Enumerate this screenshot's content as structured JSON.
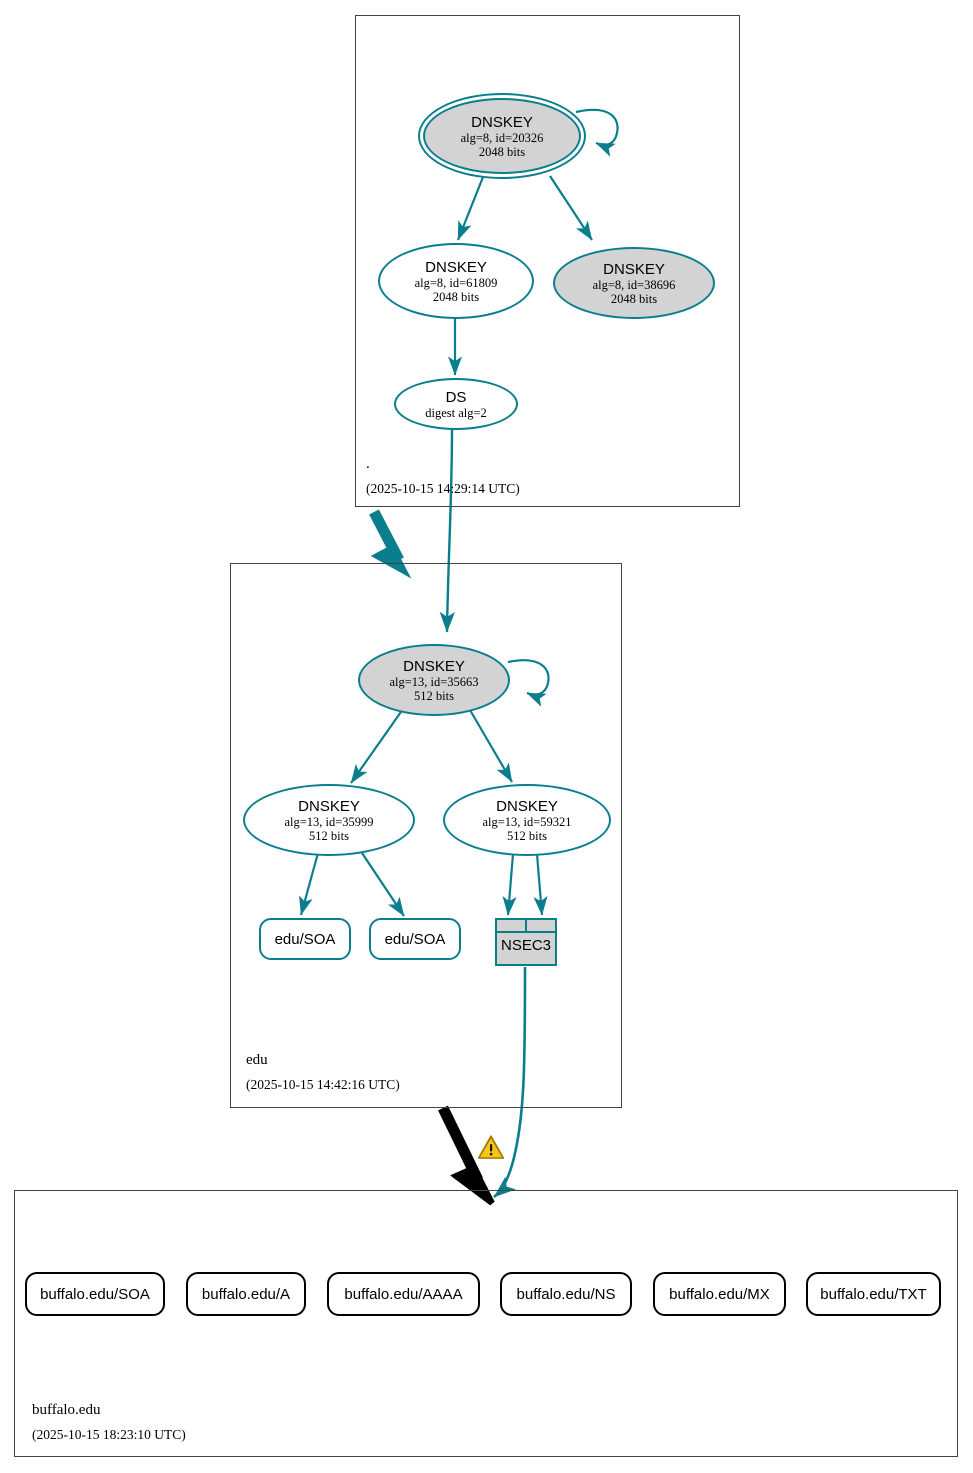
{
  "diagram": {
    "type": "dnssec-authentication-chain",
    "accent_color": "#0a7e8c",
    "zone_border_color": "#444444",
    "secure_fill": "#d3d3d3",
    "warning_color": "#f5c518"
  },
  "zones": [
    {
      "id": "root",
      "label": ".",
      "timestamp": "(2025-10-15 14:29:14 UTC)"
    },
    {
      "id": "edu",
      "label": "edu",
      "timestamp": "(2025-10-15 14:42:16 UTC)"
    },
    {
      "id": "buffalo",
      "label": "buffalo.edu",
      "timestamp": "(2025-10-15 18:23:10 UTC)"
    }
  ],
  "nodes": {
    "root_ksk": {
      "type": "DNSKEY",
      "title": "DNSKEY",
      "params": "alg=8, id=20326",
      "size": "2048 bits"
    },
    "root_zsk": {
      "type": "DNSKEY",
      "title": "DNSKEY",
      "params": "alg=8, id=61809",
      "size": "2048 bits"
    },
    "root_zsk2": {
      "type": "DNSKEY",
      "title": "DNSKEY",
      "params": "alg=8, id=38696",
      "size": "2048 bits"
    },
    "root_ds": {
      "type": "DS",
      "title": "DS",
      "params": "digest alg=2"
    },
    "edu_ksk": {
      "type": "DNSKEY",
      "title": "DNSKEY",
      "params": "alg=13, id=35663",
      "size": "512 bits"
    },
    "edu_zsk1": {
      "type": "DNSKEY",
      "title": "DNSKEY",
      "params": "alg=13, id=35999",
      "size": "512 bits"
    },
    "edu_zsk2": {
      "type": "DNSKEY",
      "title": "DNSKEY",
      "params": "alg=13, id=59321",
      "size": "512 bits"
    },
    "edu_soa_1": {
      "type": "RRSET",
      "label": "edu/SOA"
    },
    "edu_soa_2": {
      "type": "RRSET",
      "label": "edu/SOA"
    },
    "edu_nsec3": {
      "type": "NSEC3",
      "label": "NSEC3"
    }
  },
  "buffalo_records": [
    {
      "label": "buffalo.edu/SOA"
    },
    {
      "label": "buffalo.edu/A"
    },
    {
      "label": "buffalo.edu/AAAA"
    },
    {
      "label": "buffalo.edu/NS"
    },
    {
      "label": "buffalo.edu/MX"
    },
    {
      "label": "buffalo.edu/TXT"
    }
  ],
  "warning": {
    "icon": "warning-triangle-icon",
    "present": true
  }
}
